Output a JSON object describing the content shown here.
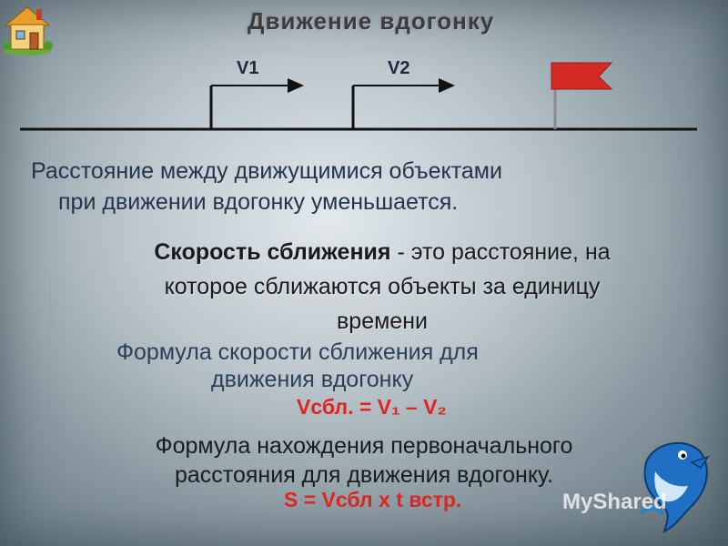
{
  "title": "Движение вдогонку",
  "diagram": {
    "v1_label": "V1",
    "v2_label": "V2"
  },
  "paragraph": {
    "line1": "Расстояние между движущимися  объектами",
    "line2": "при  движении  вдогонку уменьшается."
  },
  "definition": {
    "term": "Скорость сближения",
    "text_line1": " - это расстояние, на",
    "text_line2": "которое сближаются объекты за единицу",
    "text_line3": "времени"
  },
  "formula1": {
    "caption_line1": "Формула скорости сближения для",
    "caption_line2": "движения  вдогонку",
    "formula": "Vсбл. = V₁ – V₂"
  },
  "formula2": {
    "caption_line1": "Формула нахождения первоначального",
    "caption_line2": "расстояния для  движения  вдогонку.",
    "formula": "S = Vсбл  x  t встр."
  },
  "watermark": "MyShared",
  "colors": {
    "accent_red": "#e0251e",
    "flag_red": "#d62b25",
    "dark_text": "#1a1a1a",
    "blue_text": "#24344c"
  }
}
